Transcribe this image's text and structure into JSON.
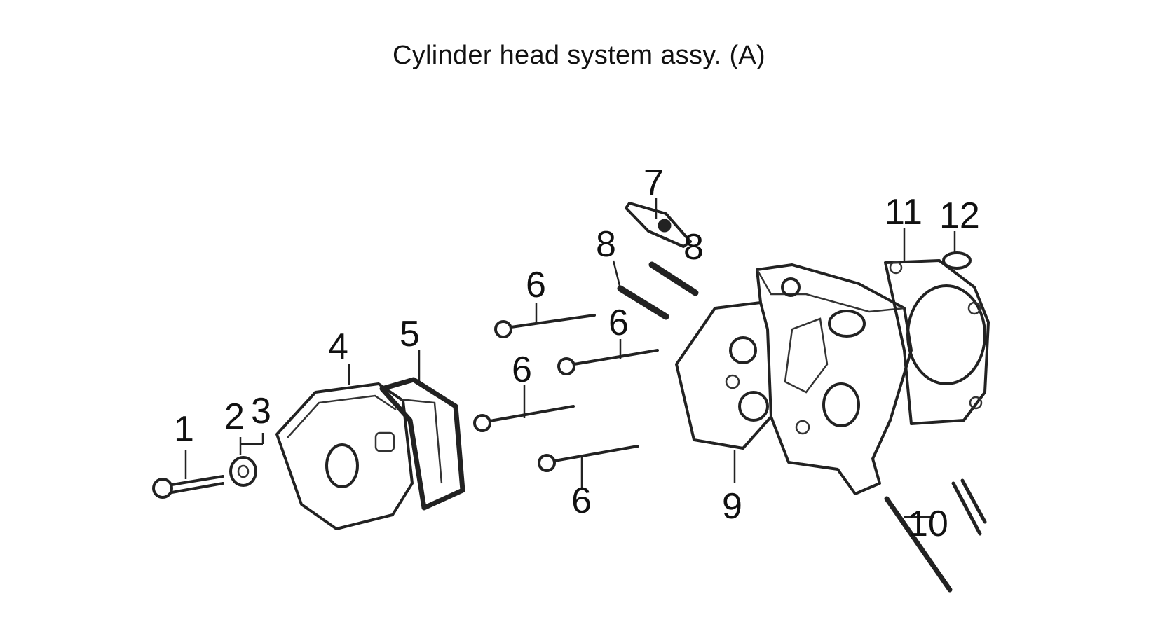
{
  "title": "Cylinder head system assy. (A)",
  "callouts": [
    "1",
    "2",
    "3",
    "4",
    "5",
    "6",
    "6",
    "6",
    "6",
    "7",
    "8",
    "8",
    "9",
    "10",
    "11",
    "12"
  ]
}
